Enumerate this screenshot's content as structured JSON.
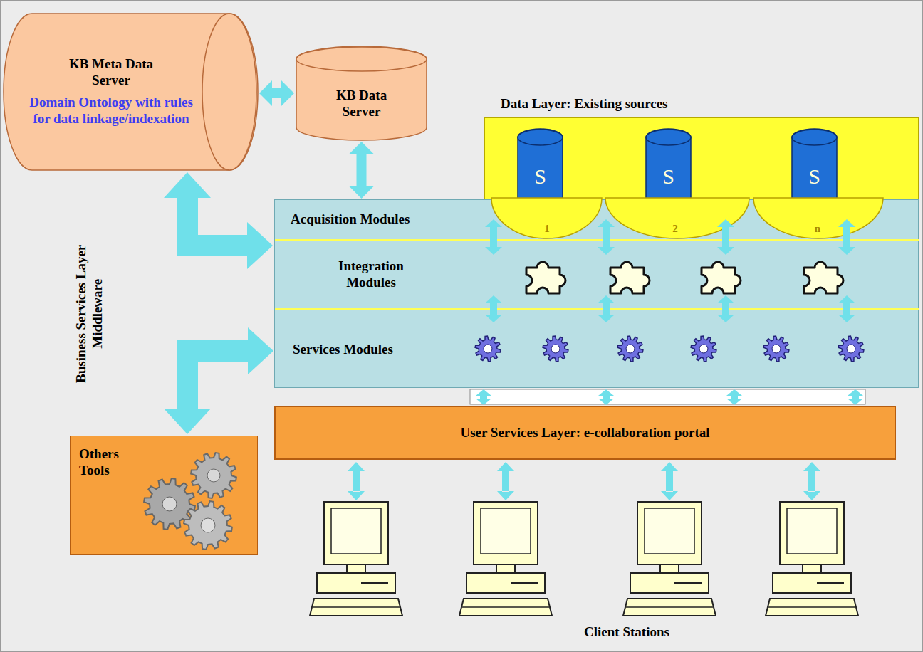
{
  "diagram": {
    "nodes": [
      {
        "text": [
          "KB Meta Data Server",
          "Domain Ontology with rules for data linkage/indexation"
        ]
      },
      {
        "text": [
          "KB Data Server"
        ]
      },
      {
        "text": [
          "Data Layer: Existing sources"
        ]
      },
      {
        "text": [
          "S"
        ],
        "in": 2
      },
      {
        "text": [
          "S"
        ],
        "in": 2
      },
      {
        "text": [
          "S"
        ],
        "in": 2
      },
      {
        "text": [
          "Business Services Layer Middleware"
        ]
      },
      {
        "text": [
          "Acquisition Modules"
        ],
        "in": 6
      },
      {
        "text": [
          "Integration Modules"
        ],
        "in": 6
      },
      {
        "text": [
          "Services Modules"
        ],
        "in": 6
      },
      {
        "text": [
          "User Services Layer: e-collaboration portal"
        ]
      },
      {
        "text": [
          "Others Tools"
        ]
      }
    ],
    "edges": [
      {
        "from": 0,
        "to": 1,
        "arrow": "both"
      },
      {
        "from": 1,
        "to": 7,
        "arrow": "both"
      },
      {
        "from": 0,
        "to": 6,
        "arrow": "both"
      },
      {
        "from": 11,
        "to": 9,
        "arrow": "both"
      },
      {
        "from": 7,
        "to": 8,
        "arrow": "both"
      },
      {
        "from": 7,
        "to": 8,
        "arrow": "both"
      },
      {
        "from": 7,
        "to": 8,
        "arrow": "both"
      },
      {
        "from": 7,
        "to": 8,
        "arrow": "both"
      },
      {
        "from": 8,
        "to": 9,
        "arrow": "both"
      },
      {
        "from": 8,
        "to": 9,
        "arrow": "both"
      },
      {
        "from": 8,
        "to": 9,
        "arrow": "both"
      },
      {
        "from": 8,
        "to": 9,
        "arrow": "both"
      },
      {
        "from": 9,
        "to": 10,
        "arrow": "both"
      },
      {
        "from": 9,
        "to": 10,
        "arrow": "both"
      },
      {
        "from": 9,
        "to": 10,
        "arrow": "both"
      },
      {
        "from": 9,
        "to": 10,
        "arrow": "both"
      }
    ],
    "labels": [
      "1",
      "2",
      "n",
      "Client Stations"
    ]
  }
}
